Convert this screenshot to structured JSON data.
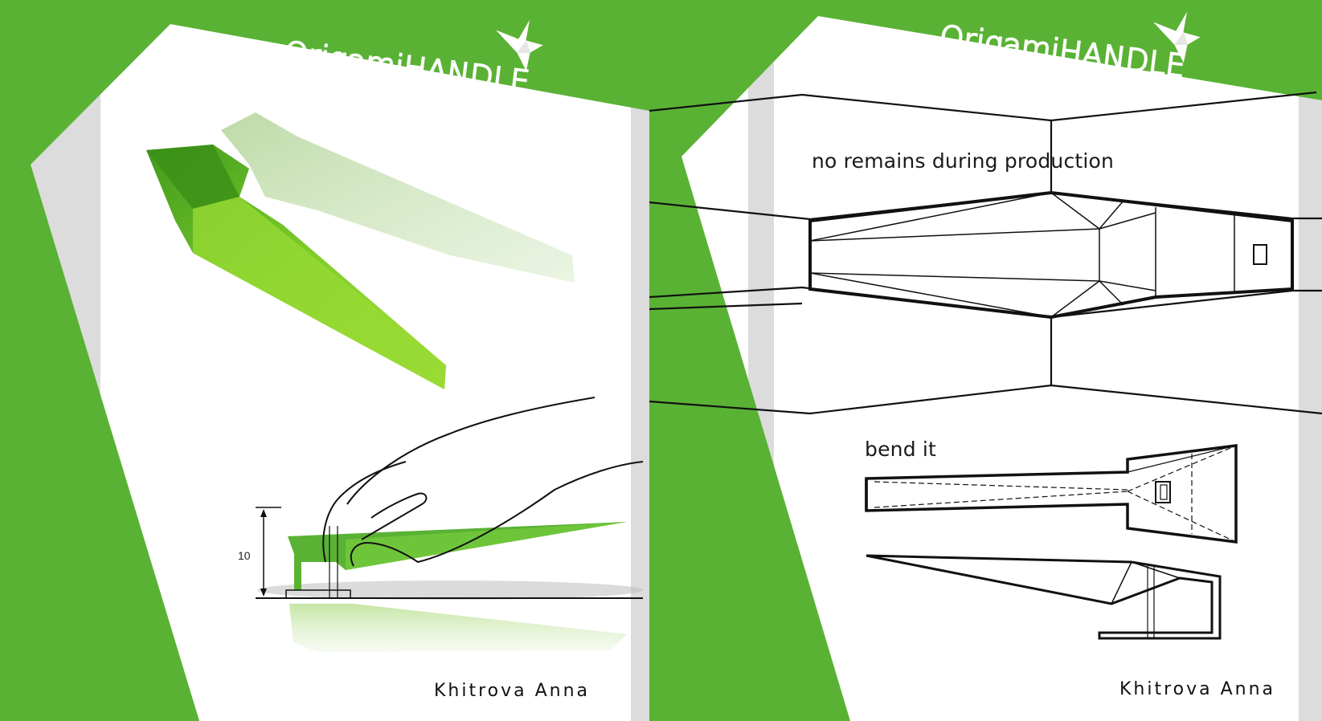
{
  "left_panel": {
    "logo_text": "OrigamiHANDLE",
    "dimension_label": "10",
    "author": "Khitrova Anna"
  },
  "right_panel": {
    "logo_text": "OrigamiHANDLE",
    "caption_production": "no remains during production",
    "caption_bend": "bend it",
    "author": "Khitrova Anna"
  },
  "colors": {
    "brand_green": "#5ab234",
    "light_green": "#8fd63a",
    "gray_band": "#dcdcdc",
    "line": "#111111"
  },
  "icons": [
    "origami-crane-icon"
  ]
}
